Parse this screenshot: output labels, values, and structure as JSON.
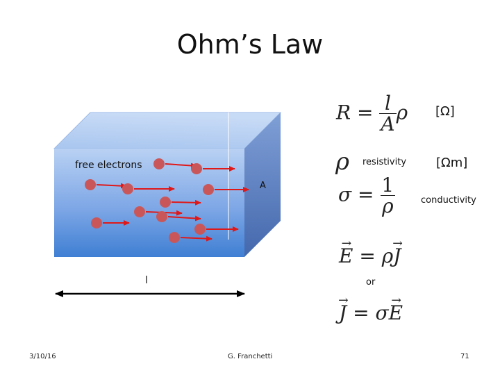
{
  "slide": {
    "title": "Ohm’s Law",
    "labels": {
      "free_electrons": "free electrons",
      "area": "A",
      "length": "l",
      "resistivity": "resistivity",
      "conductivity": "conductivity",
      "or": "or",
      "ohm_unit": "[Ω]",
      "ohm_m_unit": "[Ωm]"
    },
    "equations": {
      "resistance": {
        "lhs": "R",
        "eq": "=",
        "num": "l",
        "den": "A",
        "rhs": "ρ"
      },
      "resistivity_symbol": "ρ",
      "conductivity": {
        "lhs": "σ",
        "eq": "=",
        "num": "1",
        "den": "ρ"
      },
      "field": {
        "lhs": "E",
        "eq": "=",
        "coef": "ρ",
        "rhs": "J"
      },
      "current": {
        "lhs": "J",
        "eq": "=",
        "coef": "σ",
        "rhs": "E"
      }
    },
    "colors": {
      "block_front_top": "#b8d0f2",
      "block_front_bottom": "#3e7fd4",
      "electron": "#c9575a",
      "arrow": "#e01818"
    },
    "footer": {
      "date": "3/10/16",
      "author": "G. Franchetti",
      "page": "71"
    }
  }
}
